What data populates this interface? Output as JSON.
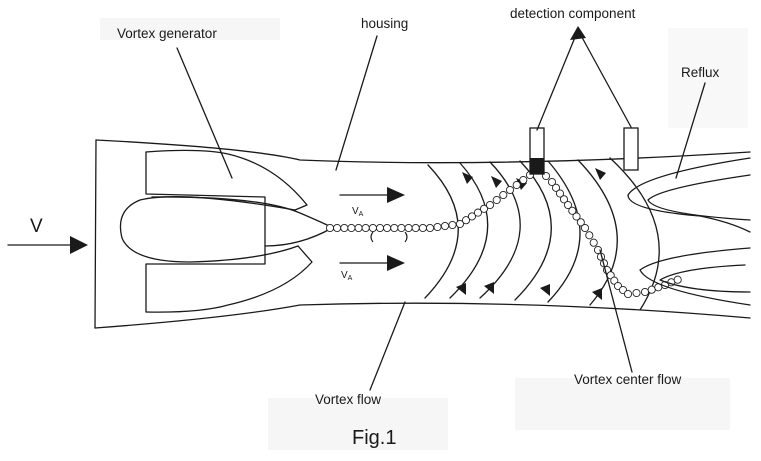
{
  "labels": {
    "vortex_generator": "Vortex generator",
    "housing": "housing",
    "detection_component": "detection component",
    "reflux": "Reflux",
    "v": "V",
    "va_top": "V",
    "va_top_sub": "A",
    "va_bottom": "V",
    "va_bottom_sub": "A",
    "vortex_flow": "Vortex flow",
    "vortex_center_flow": "Vortex center flow"
  },
  "caption": "Fig.1"
}
